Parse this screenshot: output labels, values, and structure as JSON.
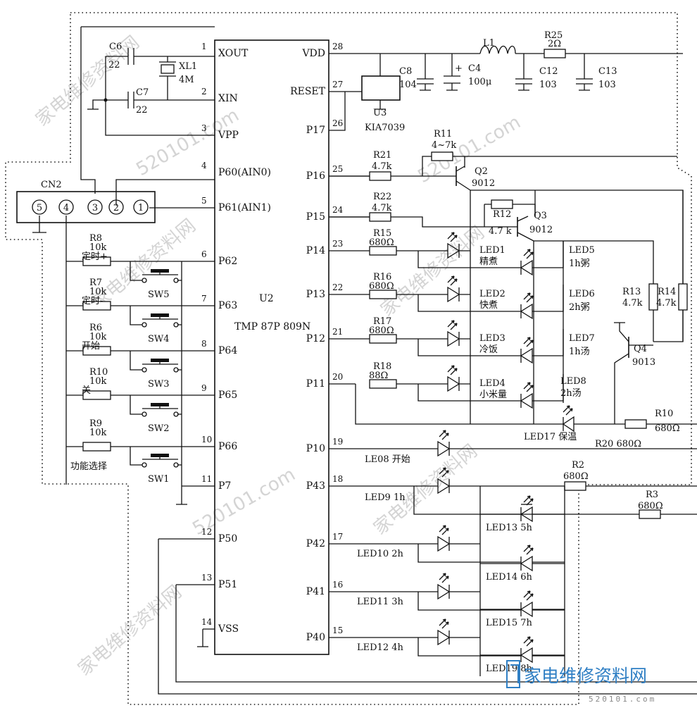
{
  "chip": {
    "ref": "U2",
    "part": "TMP 87P 809N"
  },
  "left_pins": [
    {
      "num": "1",
      "name": "XOUT"
    },
    {
      "num": "2",
      "name": "XIN"
    },
    {
      "num": "3",
      "name": "VPP"
    },
    {
      "num": "4",
      "name": "P60(AIN0)"
    },
    {
      "num": "5",
      "name": "P61(AIN1)"
    },
    {
      "num": "6",
      "name": "P62"
    },
    {
      "num": "7",
      "name": "P63"
    },
    {
      "num": "8",
      "name": "P64"
    },
    {
      "num": "9",
      "name": "P65"
    },
    {
      "num": "10",
      "name": "P66"
    },
    {
      "num": "11",
      "name": "P7"
    },
    {
      "num": "12",
      "name": "P50"
    },
    {
      "num": "13",
      "name": "P51"
    },
    {
      "num": "14",
      "name": "VSS"
    }
  ],
  "right_pins": [
    {
      "num": "28",
      "name": "VDD"
    },
    {
      "num": "27",
      "name": "RESET"
    },
    {
      "num": "26",
      "name": "P17"
    },
    {
      "num": "25",
      "name": "P16"
    },
    {
      "num": "24",
      "name": "P15"
    },
    {
      "num": "23",
      "name": "P14"
    },
    {
      "num": "22",
      "name": "P13"
    },
    {
      "num": "21",
      "name": "P12"
    },
    {
      "num": "20",
      "name": "P11"
    },
    {
      "num": "19",
      "name": "P10"
    },
    {
      "num": "18",
      "name": "P43"
    },
    {
      "num": "17",
      "name": "P42"
    },
    {
      "num": "16",
      "name": "P41"
    },
    {
      "num": "15",
      "name": "P40"
    }
  ],
  "connector": {
    "ref": "CN2",
    "pins": [
      "5",
      "4",
      "3",
      "2",
      "1"
    ]
  },
  "crystal": {
    "ref": "XL1",
    "value": "4M"
  },
  "caps": [
    {
      "ref": "C6",
      "value": "22"
    },
    {
      "ref": "C7",
      "value": "22"
    },
    {
      "ref": "C8",
      "value": "104"
    },
    {
      "ref": "C4",
      "value": "100μ",
      "polarity": "+"
    },
    {
      "ref": "C12",
      "value": "103"
    },
    {
      "ref": "C13",
      "value": "103"
    }
  ],
  "inductor": {
    "ref": "L1"
  },
  "r25": {
    "ref": "R25",
    "value": "2Ω"
  },
  "reset_ic": {
    "ref": "U3",
    "part": "KIA7039"
  },
  "transistors": [
    {
      "ref": "Q2",
      "part": "9012"
    },
    {
      "ref": "Q3",
      "part": "9012"
    },
    {
      "ref": "Q4",
      "part": "9013"
    }
  ],
  "top_resistors": [
    {
      "ref": "R11",
      "value": "4~7k"
    },
    {
      "ref": "R21",
      "value": "4.7k"
    },
    {
      "ref": "R22",
      "value": "4.7k"
    },
    {
      "ref": "R12",
      "value": "4.7 k"
    }
  ],
  "led_resistors": [
    {
      "ref": "R15",
      "value": "680Ω"
    },
    {
      "ref": "R16",
      "value": "680Ω"
    },
    {
      "ref": "R17",
      "value": "680Ω"
    },
    {
      "ref": "R18",
      "value": "88Ω"
    }
  ],
  "r13": {
    "ref": "R13",
    "value": "4.7k"
  },
  "r14": {
    "ref": "R14",
    "value": "4.7k"
  },
  "left_resistors": [
    {
      "ref": "R8",
      "value": "10k",
      "func": "定时+"
    },
    {
      "ref": "R7",
      "value": "10k",
      "func": "定时-"
    },
    {
      "ref": "R6",
      "value": "10k",
      "func": "开始"
    },
    {
      "ref": "R10",
      "value": "10k",
      "func": "关"
    },
    {
      "ref": "R9",
      "value": "10k",
      "func": "功能选择"
    }
  ],
  "switches": [
    "SW5",
    "SW4",
    "SW3",
    "SW2",
    "SW1"
  ],
  "mode_leds": [
    {
      "ref": "LED1",
      "func": "精煮"
    },
    {
      "ref": "LED2",
      "func": "快煮"
    },
    {
      "ref": "LED3",
      "func": "冷饭"
    },
    {
      "ref": "LED4",
      "func": "小米量"
    }
  ],
  "porridge_leds": [
    {
      "ref": "LED5",
      "func": "1h粥"
    },
    {
      "ref": "LED6",
      "func": "2h粥"
    },
    {
      "ref": "LED7",
      "func": "1h汤"
    },
    {
      "ref": "LED8",
      "func": "2h汤"
    }
  ],
  "led17": {
    "label": "LED17 保温"
  },
  "r10b": {
    "ref": "R10",
    "value": "680Ω"
  },
  "r20": {
    "label": "R20 680Ω"
  },
  "r2": {
    "ref": "R2",
    "value": "680Ω"
  },
  "r3": {
    "ref": "R3",
    "value": "680Ω"
  },
  "led08": {
    "label": "LE08 开始"
  },
  "hour_leds_left": [
    "LED9 1h",
    "LED10  2h",
    "LED11  3h",
    "LED12  4h"
  ],
  "hour_leds_right": [
    "LED13 5h",
    "LED14 6h",
    "LED15 7h",
    "LED19 8h"
  ],
  "watermark": {
    "text": "家电维修资料网",
    "url": "520101.com"
  },
  "logo": {
    "title": "家电维修资料网",
    "url": "520101.com"
  }
}
